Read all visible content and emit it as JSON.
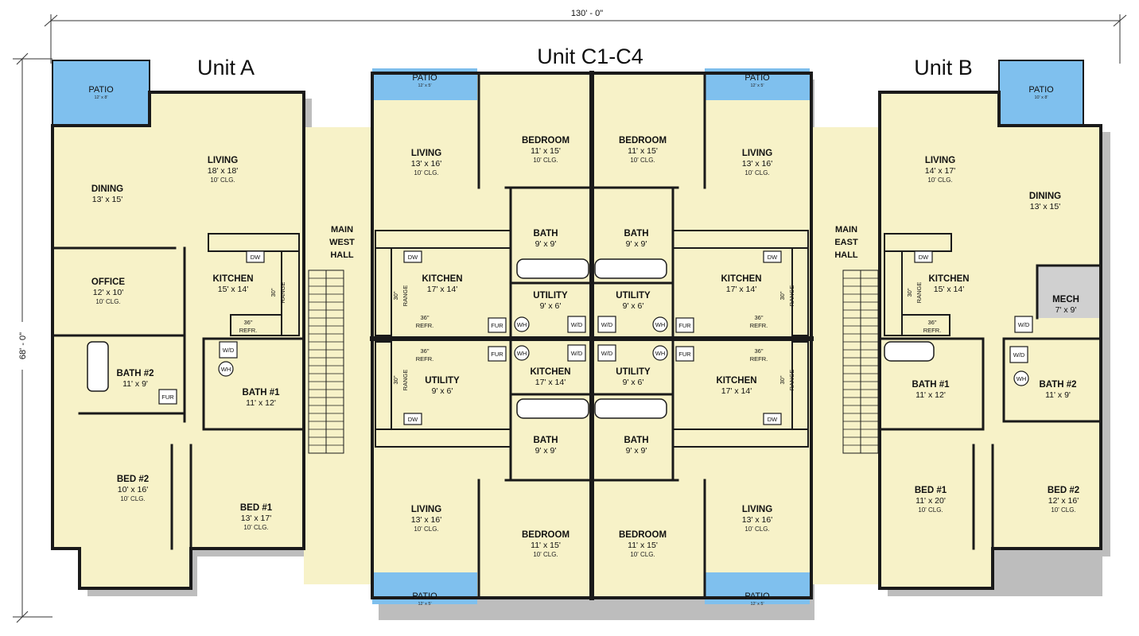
{
  "overall_width": "130' - 0\"",
  "overall_depth": "68' - 0\"",
  "units": {
    "a": "Unit A",
    "c": "Unit C1-C4",
    "b": "Unit B"
  },
  "halls": {
    "west": [
      "MAIN",
      "WEST",
      "HALL"
    ],
    "east": [
      "MAIN",
      "EAST",
      "HALL"
    ]
  },
  "patios": [
    {
      "label": "PATIO",
      "size": "12' x 8'"
    },
    {
      "label": "PATIO",
      "size": "12' x 5'"
    },
    {
      "label": "PATIO",
      "size": "12' x 5'"
    },
    {
      "label": "PATIO",
      "size": "10' x 8'"
    },
    {
      "label": "PATIO",
      "size": "12' x 5'"
    },
    {
      "label": "PATIO",
      "size": "12' x 5'"
    }
  ],
  "rooms": [
    {
      "name": "LIVING",
      "size": "18' x 18'",
      "clg": "10' CLG."
    },
    {
      "name": "DINING",
      "size": "13' x 15'",
      "clg": ""
    },
    {
      "name": "OFFICE",
      "size": "12' x 10'",
      "clg": "10' CLG."
    },
    {
      "name": "KITCHEN",
      "size": "15' x 14'",
      "clg": ""
    },
    {
      "name": "BATH #2",
      "size": "11' x 9'",
      "clg": ""
    },
    {
      "name": "BATH #1",
      "size": "11' x 12'",
      "clg": ""
    },
    {
      "name": "BED #2",
      "size": "10' x 16'",
      "clg": "10' CLG."
    },
    {
      "name": "BED #1",
      "size": "13' x 17'",
      "clg": "10' CLG."
    },
    {
      "name": "LIVING",
      "size": "13' x 16'",
      "clg": "10' CLG."
    },
    {
      "name": "BEDROOM",
      "size": "11' x 15'",
      "clg": "10' CLG."
    },
    {
      "name": "BATH",
      "size": "9' x 9'",
      "clg": ""
    },
    {
      "name": "KITCHEN",
      "size": "17' x 14'",
      "clg": ""
    },
    {
      "name": "UTILITY",
      "size": "9' x 6'",
      "clg": ""
    },
    {
      "name": "UTILITY",
      "size": "9' x 6'",
      "clg": ""
    },
    {
      "name": "KITCHEN",
      "size": "17' x 14'",
      "clg": ""
    },
    {
      "name": "BATH",
      "size": "9' x 9'",
      "clg": ""
    },
    {
      "name": "LIVING",
      "size": "13' x 16'",
      "clg": "10' CLG."
    },
    {
      "name": "BEDROOM",
      "size": "11' x 15'",
      "clg": "10' CLG."
    },
    {
      "name": "BEDROOM",
      "size": "11' x 15'",
      "clg": "10' CLG."
    },
    {
      "name": "LIVING",
      "size": "13' x 16'",
      "clg": "10' CLG."
    },
    {
      "name": "BATH",
      "size": "9' x 9'",
      "clg": ""
    },
    {
      "name": "KITCHEN",
      "size": "17' x 14'",
      "clg": ""
    },
    {
      "name": "UTILITY",
      "size": "9' x 6'",
      "clg": ""
    },
    {
      "name": "UTILITY",
      "size": "9' x 6'",
      "clg": ""
    },
    {
      "name": "KITCHEN",
      "size": "17' x 14'",
      "clg": ""
    },
    {
      "name": "BATH",
      "size": "9' x 9'",
      "clg": ""
    },
    {
      "name": "BEDROOM",
      "size": "11' x 15'",
      "clg": "10' CLG."
    },
    {
      "name": "LIVING",
      "size": "13' x 16'",
      "clg": "10' CLG."
    },
    {
      "name": "LIVING",
      "size": "14' x 17'",
      "clg": "10' CLG."
    },
    {
      "name": "DINING",
      "size": "13' x 15'",
      "clg": ""
    },
    {
      "name": "KITCHEN",
      "size": "15' x 14'",
      "clg": ""
    },
    {
      "name": "MECH",
      "size": "7' x 9'",
      "clg": ""
    },
    {
      "name": "BATH #1",
      "size": "11' x 12'",
      "clg": ""
    },
    {
      "name": "BATH #2",
      "size": "11' x 9'",
      "clg": ""
    },
    {
      "name": "BED #1",
      "size": "11' x 20'",
      "clg": "10' CLG."
    },
    {
      "name": "BED #2",
      "size": "12' x 16'",
      "clg": "10' CLG."
    }
  ],
  "fixtures": {
    "dw": "DW",
    "range_size": "30\"",
    "range": "RANGE",
    "refr_size": "36\"",
    "refr": "REFR.",
    "fur": "FUR",
    "wh": "WH",
    "wd": "W/D"
  },
  "colors": {
    "floor": "#f7f2c8",
    "patio": "#7fc0ee",
    "mech": "#d0d0d0",
    "wall": "#1a1a1a",
    "shadow": "#bdbdbd"
  }
}
